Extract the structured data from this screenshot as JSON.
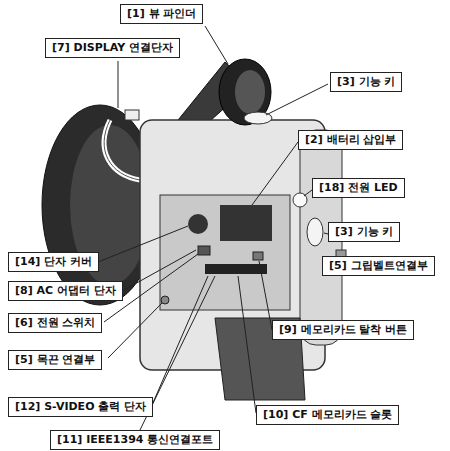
{
  "diagram": {
    "nodes": [
      {
        "text": [
          "[1] 뷰 파인더"
        ]
      },
      {
        "text": [
          "[7] DISPLAY 연결단자"
        ]
      },
      {
        "text": [
          "[3] 기능 키"
        ]
      },
      {
        "text": [
          "[2] 배터리 삽입부"
        ]
      },
      {
        "text": [
          "[18] 전원 LED"
        ]
      },
      {
        "text": [
          "[3] 기능 키"
        ]
      },
      {
        "text": [
          "[5] 그립벨트연결부"
        ]
      },
      {
        "text": [
          "[14] 단자 커버"
        ]
      },
      {
        "text": [
          "[8] AC 어댑터 단자"
        ]
      },
      {
        "text": [
          "[6] 전원 스위치"
        ]
      },
      {
        "text": [
          "[9] 메모리카드 탈착 버튼"
        ]
      },
      {
        "text": [
          "[5] 목끈 연결부"
        ]
      },
      {
        "text": [
          "[12] S-VIDEO 출력 단자"
        ]
      },
      {
        "text": [
          "[10] CF 메모리카드 슬롯"
        ]
      },
      {
        "text": [
          "[11] IEEE1394 통신연결포트"
        ]
      }
    ]
  }
}
